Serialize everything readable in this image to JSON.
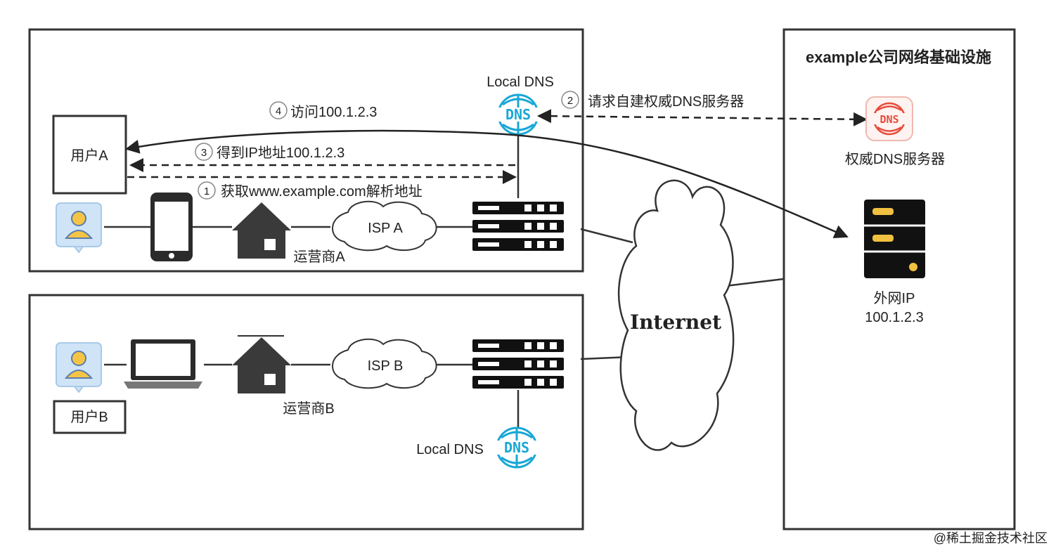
{
  "infra": {
    "title": "example公司网络基础设施"
  },
  "zone_a": {
    "local_dns": "Local DNS",
    "user": "用户A",
    "isp": "ISP A",
    "carrier": "运营商A"
  },
  "zone_b": {
    "local_dns": "Local DNS",
    "user": "用户B",
    "isp": "ISP B",
    "carrier": "运营商B"
  },
  "auth_dns": {
    "label": "权威DNS服务器",
    "icon_text": "DNS"
  },
  "dns_icon_text": "DNS",
  "public_server": {
    "label1": "外网IP",
    "label2": "100.1.2.3"
  },
  "internet": {
    "label": "Internet"
  },
  "steps": {
    "s1": {
      "num": "1",
      "text": "获取www.example.com解析地址"
    },
    "s2": {
      "num": "2",
      "text": "请求自建权威DNS服务器"
    },
    "s3": {
      "num": "3",
      "text": "得到IP地址100.1.2.3"
    },
    "s4": {
      "num": "4",
      "text": "访问100.1.2.3"
    }
  },
  "watermark": "@稀土掘金技术社区",
  "colors": {
    "dns_blue": "#1aa7d6",
    "auth_red": "#e74c3c",
    "dark": "#2b2b2b"
  }
}
